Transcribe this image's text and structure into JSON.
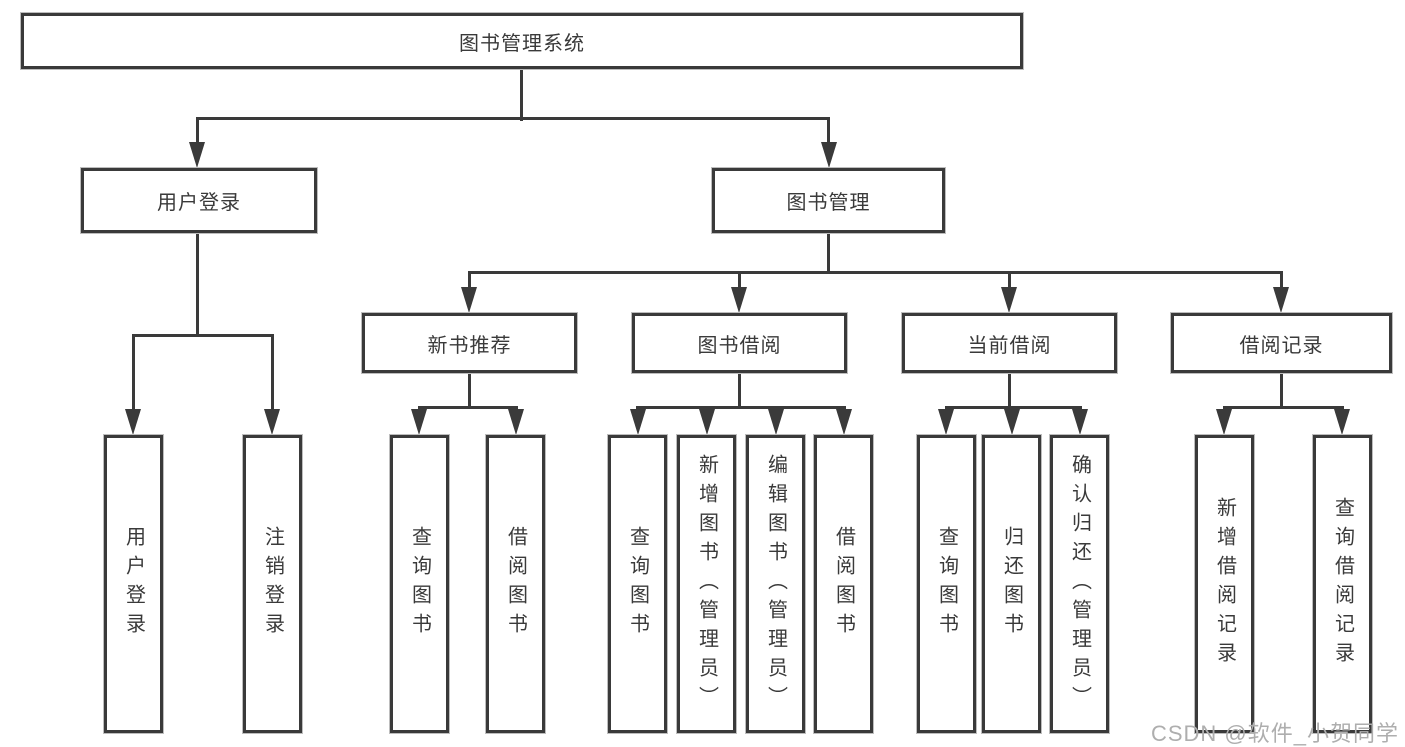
{
  "tree": {
    "label": "图书管理系统",
    "children": [
      {
        "label": "用户登录",
        "children": [
          {
            "label": "用户登录"
          },
          {
            "label": "注销登录"
          }
        ]
      },
      {
        "label": "图书管理",
        "children": [
          {
            "label": "新书推荐",
            "children": [
              {
                "label": "查询图书"
              },
              {
                "label": "借阅图书"
              }
            ]
          },
          {
            "label": "图书借阅",
            "children": [
              {
                "label": "查询图书"
              },
              {
                "label": "新增图书（管理员）"
              },
              {
                "label": "编辑图书（管理员）"
              },
              {
                "label": "借阅图书"
              }
            ]
          },
          {
            "label": "当前借阅",
            "children": [
              {
                "label": "查询图书"
              },
              {
                "label": "归还图书"
              },
              {
                "label": "确认归还（管理员）"
              }
            ]
          },
          {
            "label": "借阅记录",
            "children": [
              {
                "label": "新增借阅记录"
              },
              {
                "label": "查询借阅记录"
              }
            ]
          }
        ]
      }
    ]
  },
  "watermark": {
    "text": "CSDN @软件_小贺同学"
  },
  "colors": {
    "line": "#3a3a3a",
    "box_fill": "#ffffff",
    "text": "#3a3a3a",
    "watermark": "#aeaeae",
    "background": "#ffffff"
  }
}
